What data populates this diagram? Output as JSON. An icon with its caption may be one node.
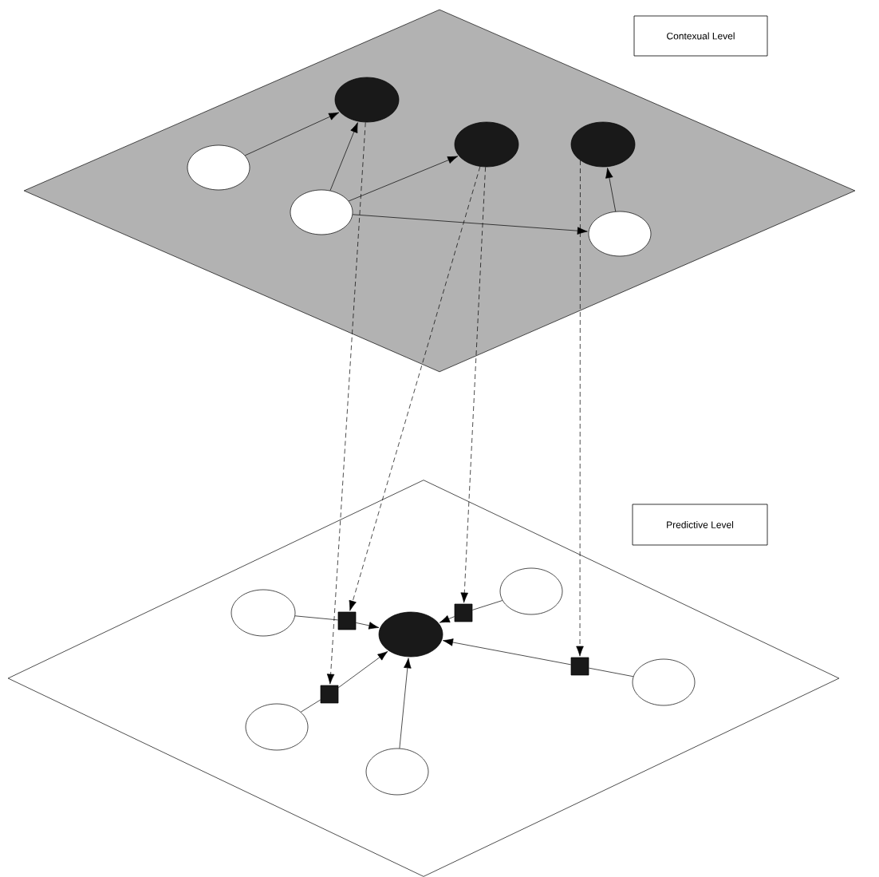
{
  "diagram": {
    "nodes": [
      {
        "text": [
          "Contexual Level"
        ]
      },
      {
        "text": [],
        "shape": "diamond"
      },
      {
        "text": [],
        "shape": "ellipse",
        "in": 1
      },
      {
        "text": [],
        "shape": "ellipse",
        "in": 1
      },
      {
        "text": [],
        "shape": "ellipse",
        "in": 1
      },
      {
        "text": [],
        "shape": "ellipse",
        "in": 1
      },
      {
        "text": [],
        "shape": "ellipse",
        "in": 1
      },
      {
        "text": [],
        "shape": "ellipse",
        "in": 1
      },
      {
        "text": [
          "Predictive Level"
        ]
      },
      {
        "text": [],
        "shape": "diamond"
      },
      {
        "text": [],
        "shape": "ellipse",
        "in": 9
      },
      {
        "text": [],
        "shape": "ellipse",
        "in": 9
      },
      {
        "text": [],
        "shape": "ellipse",
        "in": 9
      },
      {
        "text": [],
        "shape": "ellipse",
        "in": 9
      },
      {
        "text": [],
        "shape": "ellipse",
        "in": 9
      },
      {
        "text": [],
        "shape": "ellipse",
        "in": 9
      },
      {
        "text": [],
        "shape": "box",
        "in": 9
      },
      {
        "text": [],
        "shape": "box",
        "in": 9
      },
      {
        "text": [],
        "shape": "box",
        "in": 9
      },
      {
        "text": [],
        "shape": "box",
        "in": 9
      }
    ],
    "edges": [
      {
        "from": 5,
        "to": 2,
        "arrow": "to"
      },
      {
        "from": 6,
        "to": 2,
        "arrow": "to"
      },
      {
        "from": 6,
        "to": 3,
        "arrow": "to"
      },
      {
        "from": 6,
        "to": 7,
        "arrow": "to"
      },
      {
        "from": 7,
        "to": 4,
        "arrow": "to"
      },
      {
        "from": 11,
        "to": 16,
        "arrow": "none"
      },
      {
        "from": 16,
        "to": 10,
        "arrow": "to"
      },
      {
        "from": 12,
        "to": 17,
        "arrow": "none"
      },
      {
        "from": 17,
        "to": 10,
        "arrow": "to"
      },
      {
        "from": 14,
        "to": 18,
        "arrow": "none"
      },
      {
        "from": 18,
        "to": 10,
        "arrow": "to"
      },
      {
        "from": 13,
        "to": 19,
        "arrow": "none"
      },
      {
        "from": 19,
        "to": 10,
        "arrow": "to"
      },
      {
        "from": 15,
        "to": 10,
        "arrow": "to"
      },
      {
        "from": 2,
        "to": 18,
        "arrow": "to",
        "style": "dashed"
      },
      {
        "from": 3,
        "to": 16,
        "arrow": "to",
        "style": "dashed"
      },
      {
        "from": 3,
        "to": 17,
        "arrow": "to",
        "style": "dashed"
      },
      {
        "from": 4,
        "to": 19,
        "arrow": "to",
        "style": "dashed"
      }
    ]
  }
}
